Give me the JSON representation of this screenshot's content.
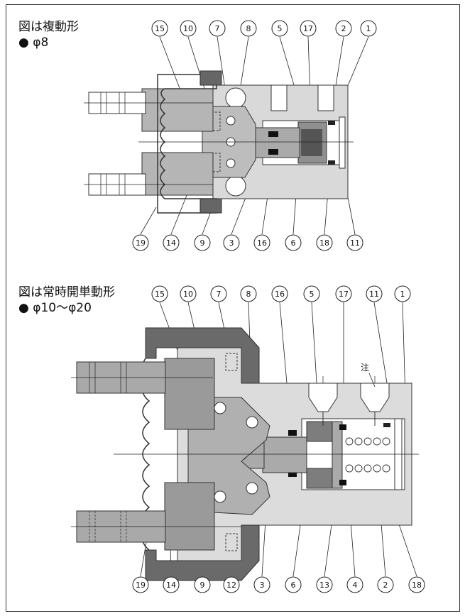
{
  "diagram1": {
    "title": "図は複動形",
    "subtitle": "● φ8",
    "top_labels": [
      "15",
      "10",
      "7",
      "8",
      "5",
      "17",
      "2",
      "1"
    ],
    "bottom_labels": [
      "19",
      "14",
      "9",
      "3",
      "16",
      "6",
      "18",
      "11"
    ]
  },
  "diagram2": {
    "title": "図は常時開単動形",
    "subtitle": "● φ10〜φ20",
    "top_labels": [
      "15",
      "10",
      "7",
      "8",
      "16",
      "5",
      "17",
      "11",
      "1"
    ],
    "bottom_labels": [
      "19",
      "14",
      "9",
      "12",
      "3",
      "6",
      "13",
      "4",
      "2",
      "18"
    ],
    "note": "注"
  }
}
